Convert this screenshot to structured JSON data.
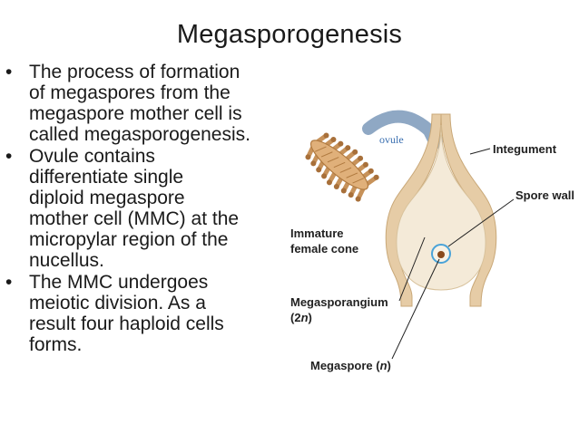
{
  "slide": {
    "title": "Megasporogenesis",
    "bullets": [
      {
        "marker": "•",
        "text": "The process of formation\nof megaspores from the\nmegaspore mother cell is\ncalled megasporogenesis."
      },
      {
        "marker": "•",
        "text": "Ovule contains\ndifferentiate single\ndiploid megaspore\nmother cell (MMC) at the\nmicropylar region of the\nnucellus."
      },
      {
        "marker": "•",
        "text": " The MMC undergoes\nmeiotic division. As a\nresult four haploid cells\nforms."
      }
    ]
  },
  "diagram": {
    "labels": {
      "ovule": "ovule",
      "integument": "Integument",
      "spore_wall": "Spore wall",
      "immature_line1": "Immature",
      "immature_line2": "female cone",
      "megasporangium_line1": "Megasporangium",
      "megasporangium_line2": "(2",
      "megasporangium_n": "n",
      "megasporangium_close": ")",
      "megaspore": "Megaspore (",
      "megaspore_n": "n",
      "megaspore_close": ")"
    },
    "colors": {
      "integument": "#e6cca6",
      "integument_edge": "#c9a878",
      "nucellus": "#f4ead8",
      "cone_scale": "#c7925a",
      "cone_axis": "#e0b07a",
      "arrow": "#8fa8c4",
      "spore_ring": "#4aa3d8",
      "nucleus": "#8a4a1c",
      "ovule_label": "#3a6fb0"
    }
  }
}
